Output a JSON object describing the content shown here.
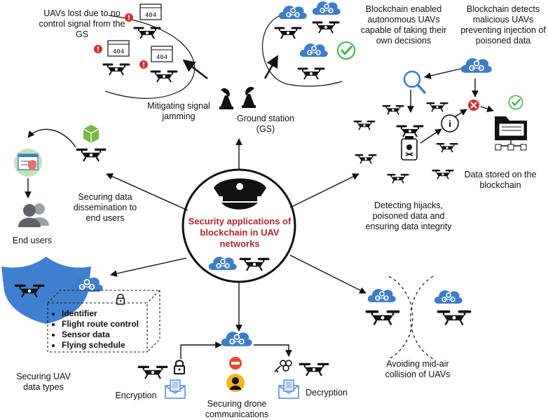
{
  "center": {
    "title": "Security applications of blockchain in UAV networks"
  },
  "labels": {
    "lost": "UAVs lost due to no control signal from the GS",
    "jamming": "Mitigating signal jamming",
    "ground": "Ground station (GS)",
    "autonomous": "Blockchain enabled autonomous UAVs capable of taking their own decisions",
    "malicious": "Blockchain detects malicious UAVs preventing injection of poisoned data",
    "stored": "Data stored on the blockchain",
    "hijack": "Detecting hijacks, poisoned data and ensuring data integrity",
    "dissemination": "Securing data dissemination to end users",
    "endusers": "End users",
    "datatypes": "Securing UAV data types",
    "encryption": "Encryption",
    "comms": "Securing drone communications",
    "decryption": "Decryption",
    "collision": "Avoiding mid-air collision of UAVs"
  },
  "data_types": [
    "Identifier",
    "Flight route control",
    "Sensor data",
    "Flying schedule"
  ],
  "error_text": "404",
  "colors": {
    "blockchain": "#3d7cc9",
    "accent_red": "#b0262a",
    "check_green": "#4caf50",
    "shield_blue": "#3f7fcf",
    "error_red": "#d32f2f"
  }
}
